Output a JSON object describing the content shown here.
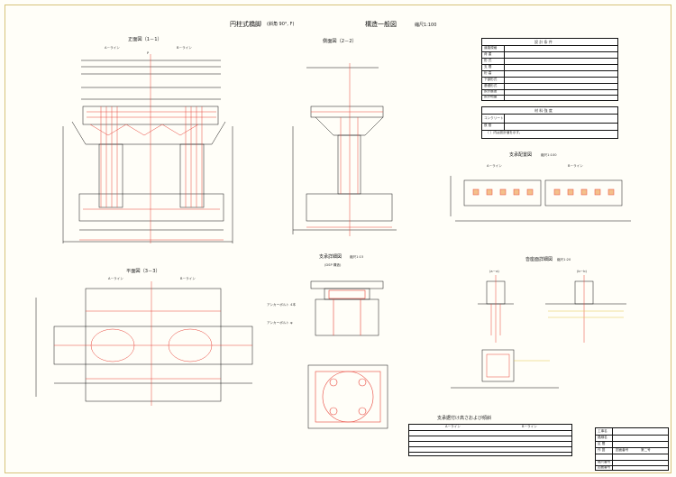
{
  "header": {
    "main_title": "円柱式橋脚",
    "condition": "(斜角 90°, F)",
    "subtitle": "構造一般図",
    "scale": "縮尺1:100"
  },
  "views": {
    "front": "正面図（1－1）",
    "side": "側面図（2－2）",
    "plan": "平面図（3－3）",
    "bearing_layout": "支承配置図",
    "bearing_layout_scale": "縮尺1:100",
    "bearing_detail": "支承詳細図",
    "bearing_detail_scale": "縮尺1:15",
    "bearing_detail_sub": "(DSP 構造)",
    "anchor_detail": "沓座面詳細図",
    "anchor_detail_scale": "縮尺1:20",
    "sec_a": "(a－a)",
    "sec_b": "(b－b)",
    "line_a": "A－ライン",
    "line_b": "B－ライン"
  },
  "design_table": {
    "header": "設 計 条 件",
    "rows": [
      "道路規格",
      "荷 重",
      "形 式",
      "支 間",
      "桁 高",
      "下部形式",
      "基礎形式",
      "設計震度",
      "設計地盤"
    ]
  },
  "material_table": {
    "header": "材 料 強 度",
    "rows": [
      "コンクリート",
      "鉄 筋"
    ],
    "note": "（ ）内は設計値を示す。"
  },
  "bottom_table": {
    "title": "支承据付け高さおよび傾斜",
    "col_a": "A－ライン",
    "col_b": "B－ライン"
  },
  "title_block": {
    "rows": [
      "工事名",
      "路線名",
      "区 間",
      "作 図",
      "",
      "縮尺番号",
      "図面番号"
    ],
    "drawing_no_label": "図面番号",
    "drawing_no_value": "第二号"
  },
  "annotations": {
    "bolt_note_1": "アンカーボルト 4本",
    "bolt_note_2": "アンカーボルト φ",
    "pier_label": "P"
  },
  "colors": {
    "line": "#111111",
    "red": "#e8443a",
    "yellow": "#e6c84a",
    "frame": "#d7c37a"
  }
}
